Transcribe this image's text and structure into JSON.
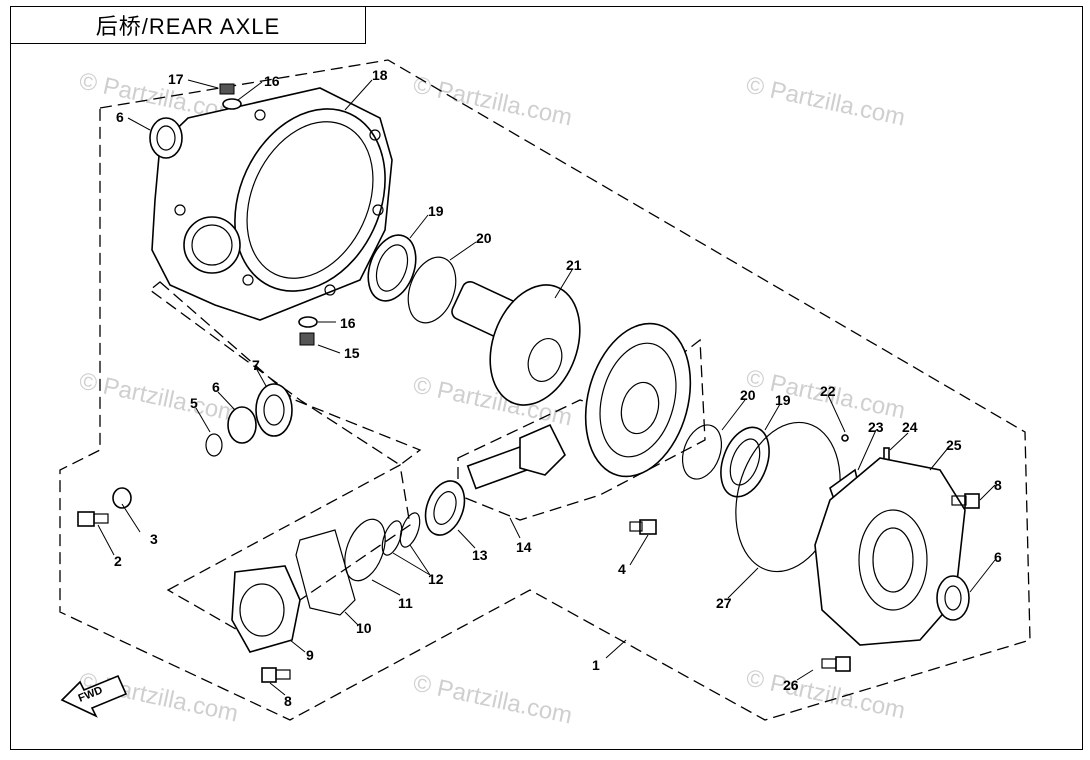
{
  "title": "后桥/REAR AXLE",
  "watermark": "© Partzilla.com",
  "fwd_label": "FWD",
  "callouts": {
    "c1": "1",
    "c2": "2",
    "c3": "3",
    "c4": "4",
    "c5": "5",
    "c6a": "6",
    "c6b": "6",
    "c6c": "6",
    "c7": "7",
    "c8a": "8",
    "c8b": "8",
    "c9": "9",
    "c10": "10",
    "c11": "11",
    "c12": "12",
    "c13": "13",
    "c14": "14",
    "c15": "15",
    "c16a": "16",
    "c16b": "16",
    "c17": "17",
    "c18": "18",
    "c19a": "19",
    "c19b": "19",
    "c20a": "20",
    "c20b": "20",
    "c21": "21",
    "c22": "22",
    "c23": "23",
    "c24": "24",
    "c25": "25",
    "c26": "26",
    "c27": "27"
  }
}
